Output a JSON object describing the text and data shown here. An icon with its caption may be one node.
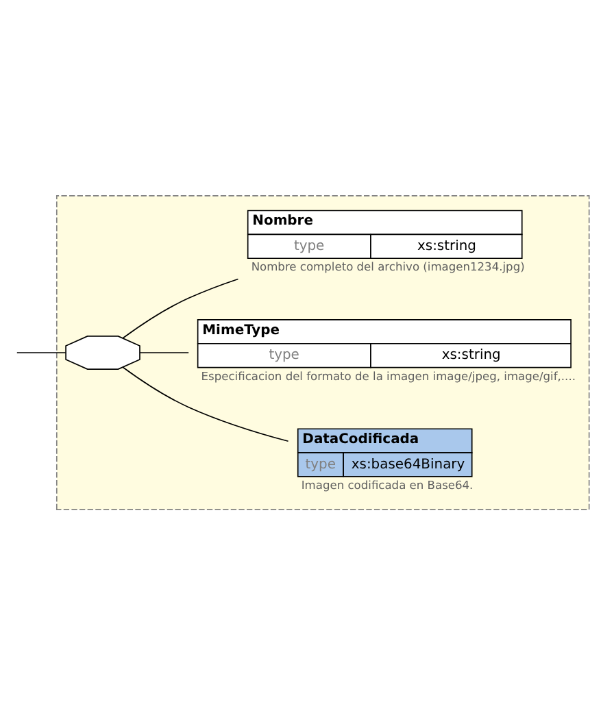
{
  "diagram": {
    "nodes": [
      {
        "text": [],
        "shape": "box"
      },
      {
        "text": [],
        "shape": "octagon",
        "in": 0
      },
      {
        "text": [
          "Nombre",
          "type",
          "xs:string"
        ],
        "beside": [
          "Nombre completo del archivo (imagen1234.jpg)"
        ],
        "in": 0
      },
      {
        "text": [
          "MimeType",
          "type",
          "xs:string"
        ],
        "beside": [
          "Especificacion del formato de la imagen image/jpeg, image/gif,...."
        ],
        "in": 0
      },
      {
        "text": [
          "DataCodificada",
          "type",
          "xs:base64Binary"
        ],
        "beside": [
          "Imagen codificada en Base64."
        ],
        "in": 0
      }
    ],
    "edges": [
      {
        "from": null,
        "to": 1,
        "arrow": "none"
      },
      {
        "from": 1,
        "to": 2,
        "arrow": "none"
      },
      {
        "from": 1,
        "to": 3,
        "arrow": "none"
      },
      {
        "from": 1,
        "to": 4,
        "arrow": "none"
      }
    ]
  }
}
